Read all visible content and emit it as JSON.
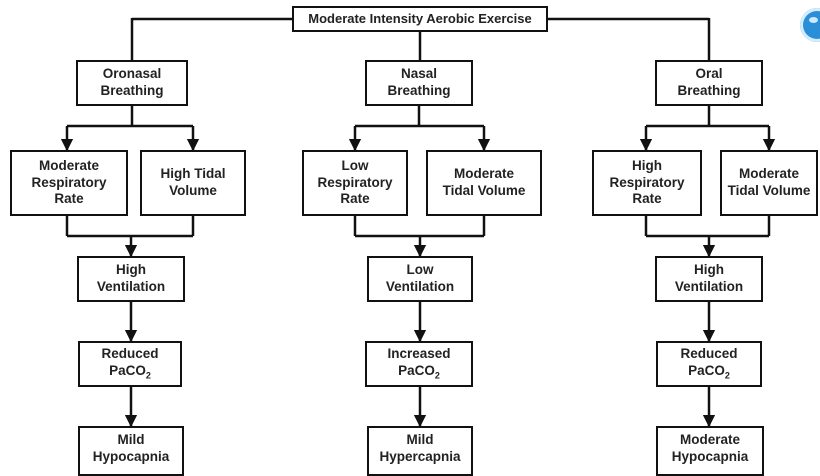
{
  "title": "Moderate Intensity Aerobic Exercise",
  "columns": [
    {
      "mode": [
        "Oronasal",
        "Breathing"
      ],
      "rate": [
        "Moderate",
        "Respiratory",
        "Rate"
      ],
      "volume": [
        "High Tidal",
        "Volume"
      ],
      "ventilation": [
        "High",
        "Ventilation"
      ],
      "paco2": {
        "prefix": "Reduced",
        "gas": "PaCO",
        "subscript": "2"
      },
      "outcome": [
        "Mild",
        "Hypocapnia"
      ]
    },
    {
      "mode": [
        "Nasal",
        "Breathing"
      ],
      "rate": [
        "Low",
        "Respiratory",
        "Rate"
      ],
      "volume": [
        "Moderate",
        "Tidal Volume"
      ],
      "ventilation": [
        "Low",
        "Ventilation"
      ],
      "paco2": {
        "prefix": "Increased",
        "gas": "PaCO",
        "subscript": "2"
      },
      "outcome": [
        "Mild",
        "Hypercapnia"
      ]
    },
    {
      "mode": [
        "Oral",
        "Breathing"
      ],
      "rate": [
        "High",
        "Respiratory",
        "Rate"
      ],
      "volume": [
        "Moderate",
        "Tidal Volume"
      ],
      "ventilation": [
        "High",
        "Ventilation"
      ],
      "paco2": {
        "prefix": "Reduced",
        "gas": "PaCO",
        "subscript": "2"
      },
      "outcome": [
        "Moderate",
        "Hypocapnia"
      ]
    }
  ],
  "colors": {
    "line": "#111111",
    "text": "#222222",
    "badge": "#2a8fd8"
  }
}
